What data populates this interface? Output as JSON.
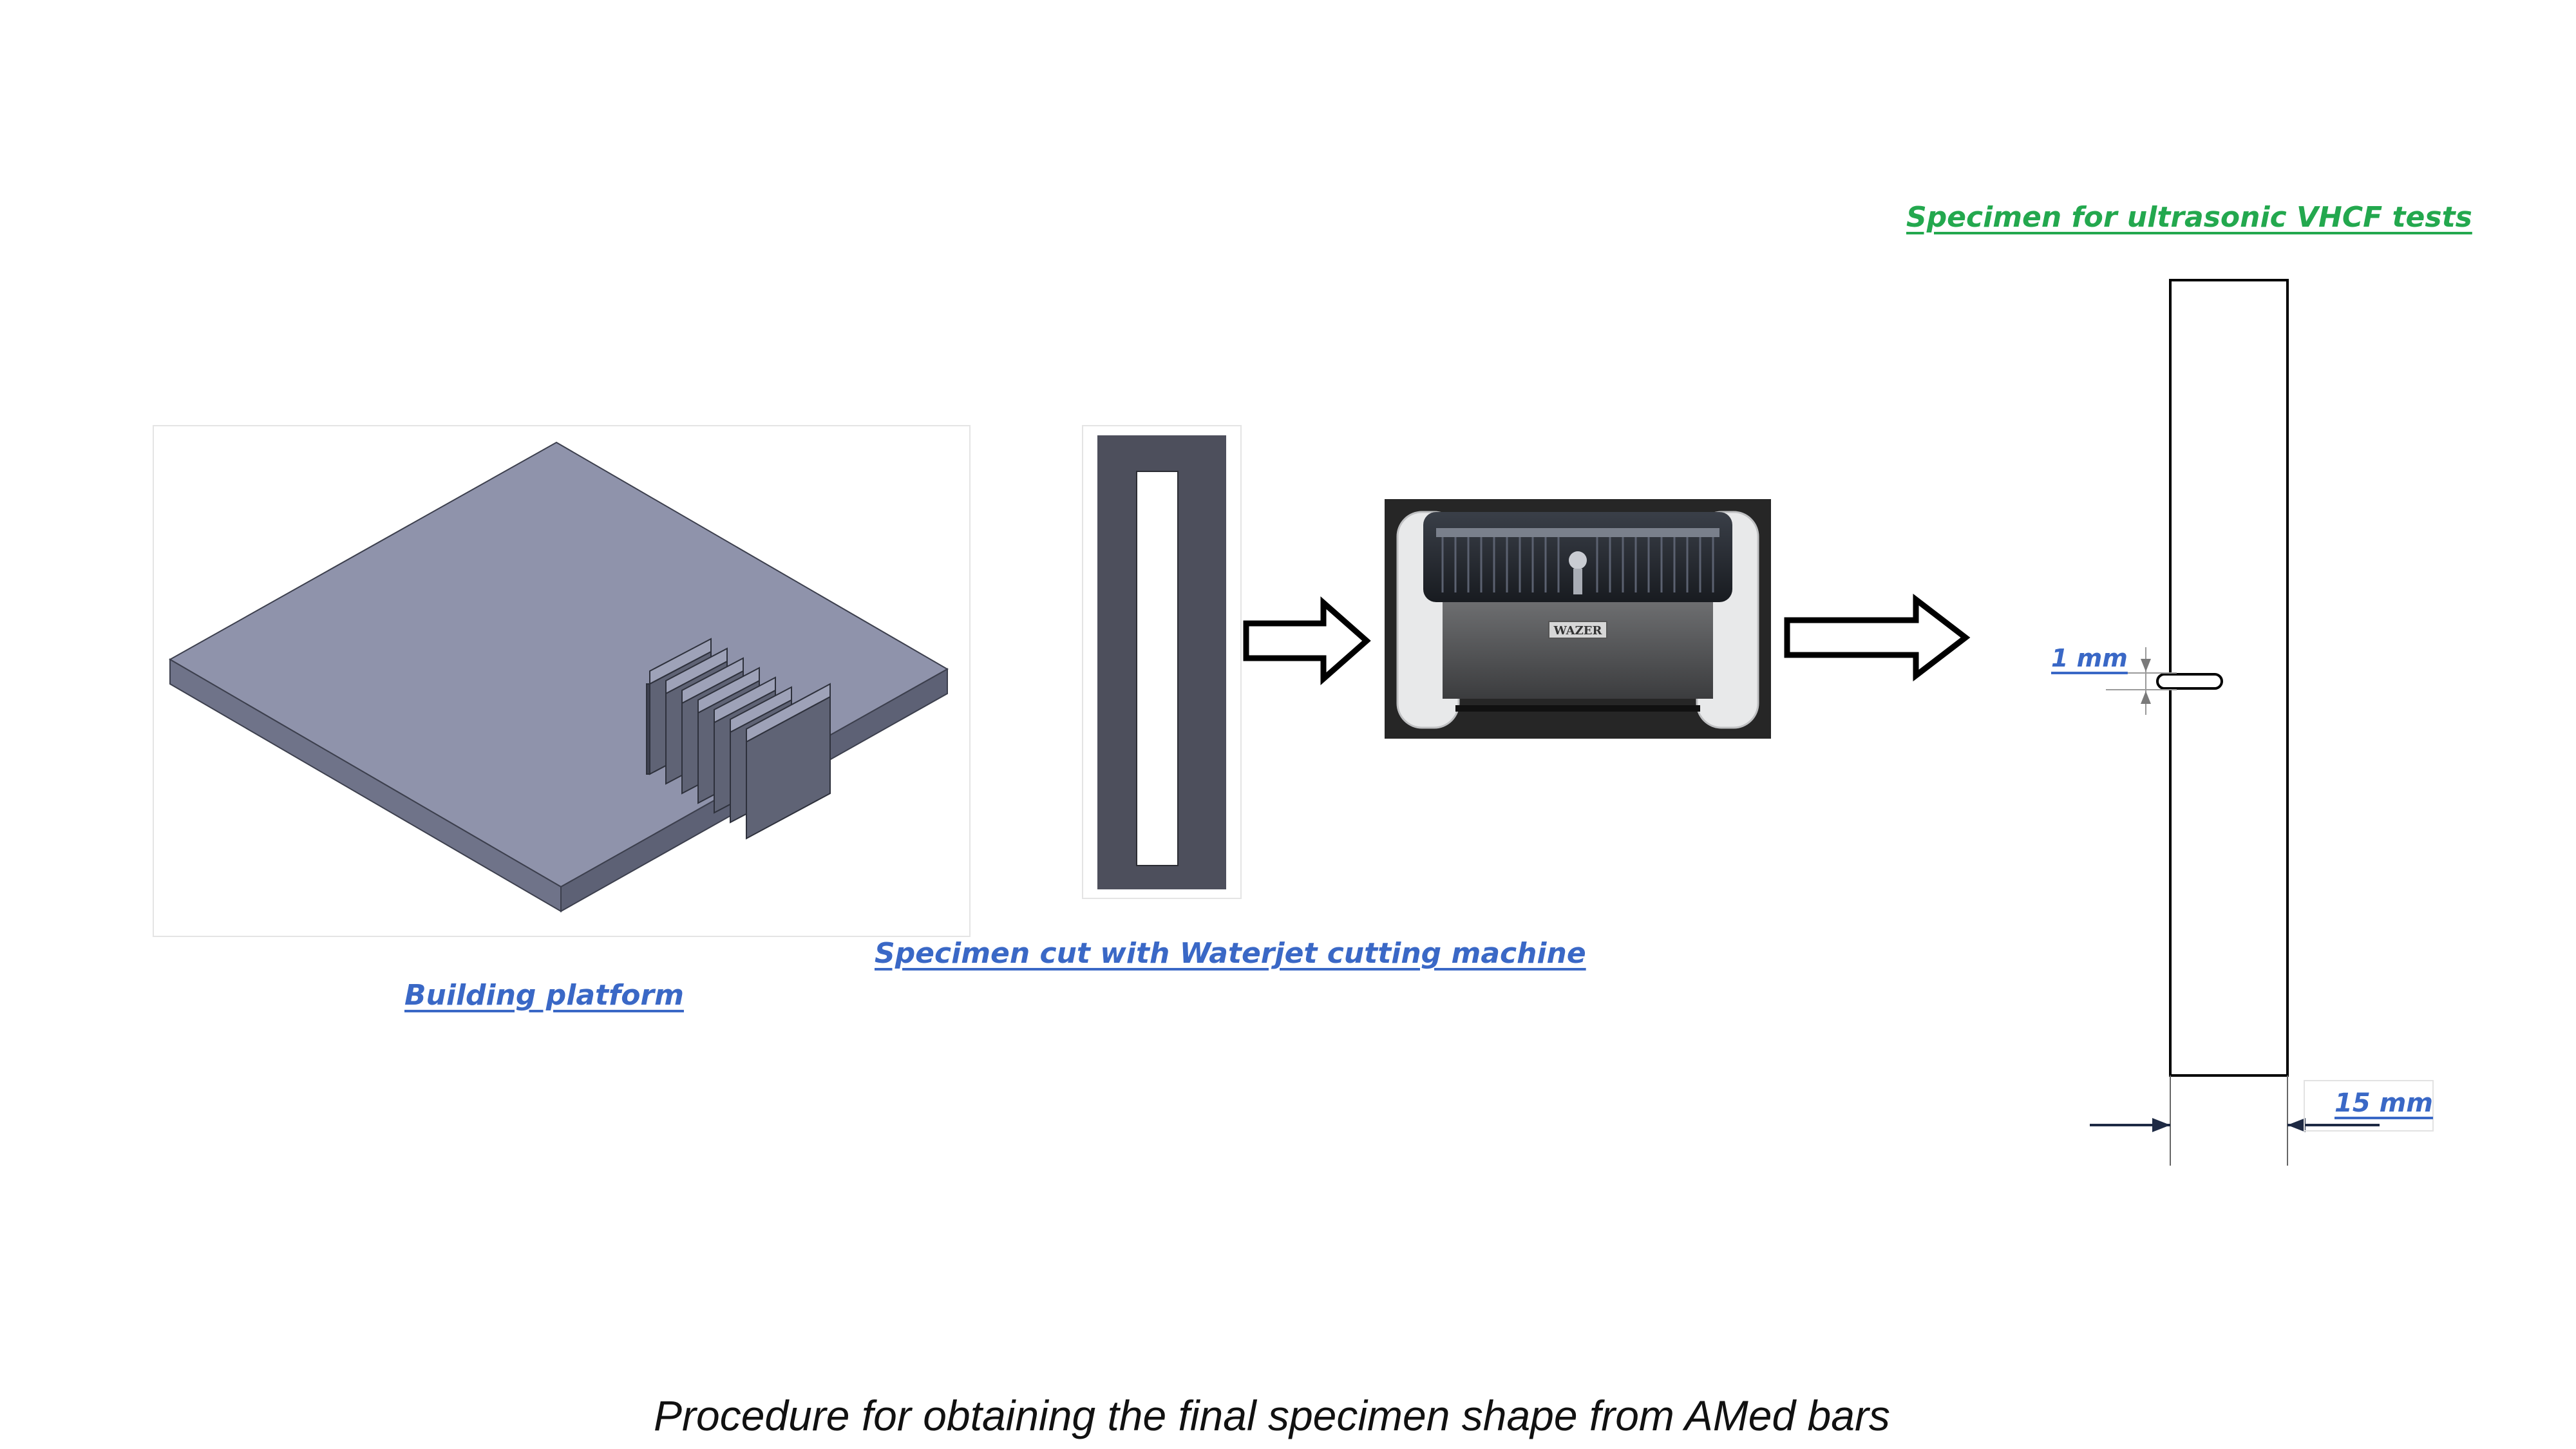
{
  "labels": {
    "building_platform": "Building platform",
    "waterjet": "Specimen cut with Waterjet cutting machine",
    "vhcf": "Specimen for ultrasonic VHCF tests",
    "dim_1mm": "1 mm",
    "dim_15mm": "15 mm",
    "machine_brand": "WAZER"
  },
  "caption": "Procedure for obtaining the final specimen shape from AMed bars",
  "colors": {
    "label_blue": "#3a68c6",
    "label_green": "#23a84e",
    "platform_top": "#8f93ab",
    "platform_side": "#6f7389",
    "cut_plate": "#4d4f5c"
  }
}
